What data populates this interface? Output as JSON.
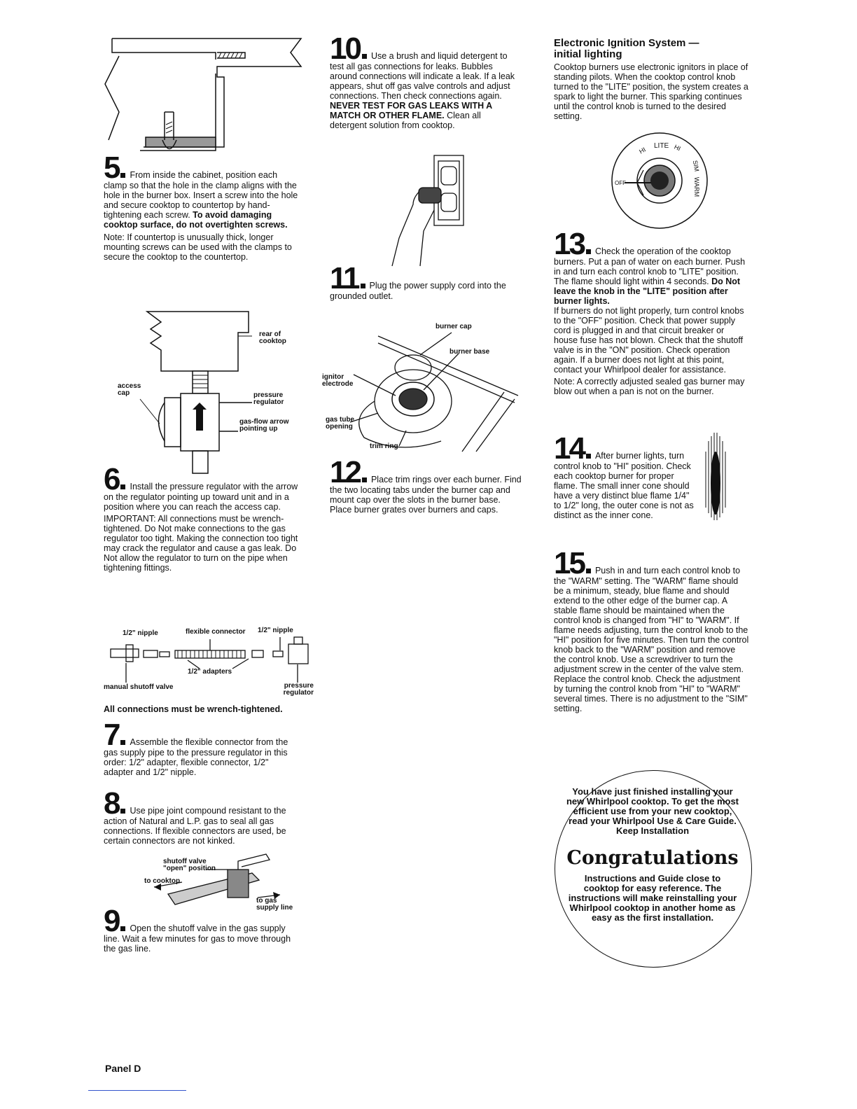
{
  "panel_label": "Panel D",
  "steps": {
    "s5": {
      "num": "5",
      "text": "From inside the cabinet, position each clamp so that the hole in the clamp aligns with the hole in the burner box. Insert a screw into the hole and secure cooktop to countertop by hand-tightening each screw. ",
      "bold": "To avoid damaging cooktop surface, do not overtighten screws.",
      "note": "Note: If countertop is unusually thick, longer mounting screws can be used with the clamps to secure the cooktop to the countertop."
    },
    "s6": {
      "num": "6",
      "text": "Install the pressure regulator with the arrow on the regulator pointing up toward unit and in a position where you can reach the access cap.",
      "important": "IMPORTANT: All connections must be wrench-tightened. Do Not make connections to the gas regulator too tight. Making the connection too tight may crack the regulator and cause a gas leak. Do Not allow the regulator to turn on the pipe when tightening fittings."
    },
    "s7": {
      "num": "7",
      "text": "Assemble the flexible connector from the gas supply pipe to the pressure regulator in this order: 1/2\" adapter, flexible connector, 1/2\" adapter and 1/2\" nipple."
    },
    "s8": {
      "num": "8",
      "text": "Use pipe joint compound resistant to the action of Natural and L.P. gas to seal all gas connections. If flexible connectors are used, be certain connectors are not kinked."
    },
    "s9": {
      "num": "9",
      "text": "Open the shutoff valve in the gas supply line. Wait a few minutes for gas to move through the gas line."
    },
    "s10": {
      "num": "10",
      "text": "Use a brush and liquid detergent to test all gas connections for leaks. Bubbles around connections will indicate a leak. If a leak appears, shut off gas valve controls and adjust connections. Then check connections again. ",
      "bold": "NEVER TEST FOR GAS LEAKS WITH A MATCH OR OTHER FLAME.",
      "text2": " Clean all detergent solution from cooktop."
    },
    "s11": {
      "num": "11",
      "text": "Plug the power supply cord into the grounded outlet."
    },
    "s12": {
      "num": "12",
      "text": "Place trim rings over each burner. Find the two locating tabs under the burner cap and mount cap over the slots in the burner base. Place burner grates over burners and caps."
    },
    "s13": {
      "num": "13",
      "text": "Check the operation of the cooktop burners. Put a pan of water on each burner. Push in and turn each control knob to \"LITE\" position. The flame should light within 4 seconds. ",
      "bold": "Do Not leave the knob in the \"LITE\" position after burner lights.",
      "text2": "If burners do not light properly, turn control knobs to the \"OFF\" position. Check that power supply cord is plugged in and that circuit breaker or house fuse has not blown. Check that the shutoff valve is in the \"ON\" position. Check operation again. If a burner does not light at this point, contact your Whirlpool dealer for assistance.",
      "note": "Note: A correctly adjusted sealed gas burner may blow out when a pan is not on the burner."
    },
    "s14": {
      "num": "14",
      "text": "After burner lights, turn control knob to \"HI\" position. Check each cooktop burner for proper flame. The small inner cone should have a very distinct blue flame 1/4\" to 1/2\" long, the outer cone is not as distinct as the inner cone."
    },
    "s15": {
      "num": "15",
      "text": "Push in and turn each control knob to the \"WARM\" setting. The \"WARM\" flame should be a minimum, steady, blue flame and should extend to the other edge of the burner cap. A stable flame should be maintained when the control knob is changed from \"HI\" to \"WARM\". If flame needs adjusting, turn the control knob to the \"HI\" position for five minutes. Then turn the control knob back to the \"WARM\" position and remove the control knob. Use a screwdriver to turn the adjustment screw in the center of the valve stem. Replace the control knob. Check the adjustment by turning the control knob from \"HI\" to \"WARM\" several times. There is no adjustment to the \"SIM\" setting."
    }
  },
  "ignition": {
    "heading": "Electronic Ignition System — initial lighting",
    "text": "Cooktop burners use electronic ignitors in place of standing pilots. When the cooktop control knob turned to the \"LITE\" position, the system creates a spark to light the burner. This sparking continues until the control knob is turned to the desired setting."
  },
  "knob_labels": {
    "hi": "HI",
    "lite": "LITE",
    "hi2": "HI",
    "sim": "SIM",
    "warm": "WARM",
    "off": "OFF"
  },
  "regulator_labels": {
    "rear": "rear of cooktop",
    "access": "access cap",
    "pressure": "pressure regulator",
    "arrow": "gas-flow arrow pointing up"
  },
  "connector_labels": {
    "nipple1": "1/2\" nipple",
    "flex": "flexible connector",
    "nipple2": "1/2\" nipple",
    "adapters": "1/2\" adapters",
    "manual": "manual shutoff valve",
    "pressure": "pressure regulator",
    "caption": "All connections must be wrench-tightened."
  },
  "valve_labels": {
    "shutoff": "shutoff valve \"open\" position",
    "to_cooktop": "to cooktop",
    "to_gas": "to gas supply line"
  },
  "burner_labels": {
    "cap": "burner cap",
    "base": "burner base",
    "ignitor": "ignitor electrode",
    "tube": "gas tube opening",
    "trim": "trim ring"
  },
  "congrats": {
    "pre": "You have just finished installing your new Whirlpool cooktop. To get the most efficient use from your new cooktop, read your Whirlpool Use & Care Guide. Keep Installation",
    "title": "Congratulations",
    "post": "Instructions and Guide close to cooktop for easy reference. The instructions will make reinstalling your Whirlpool cooktop in another home as easy as the first installation."
  }
}
